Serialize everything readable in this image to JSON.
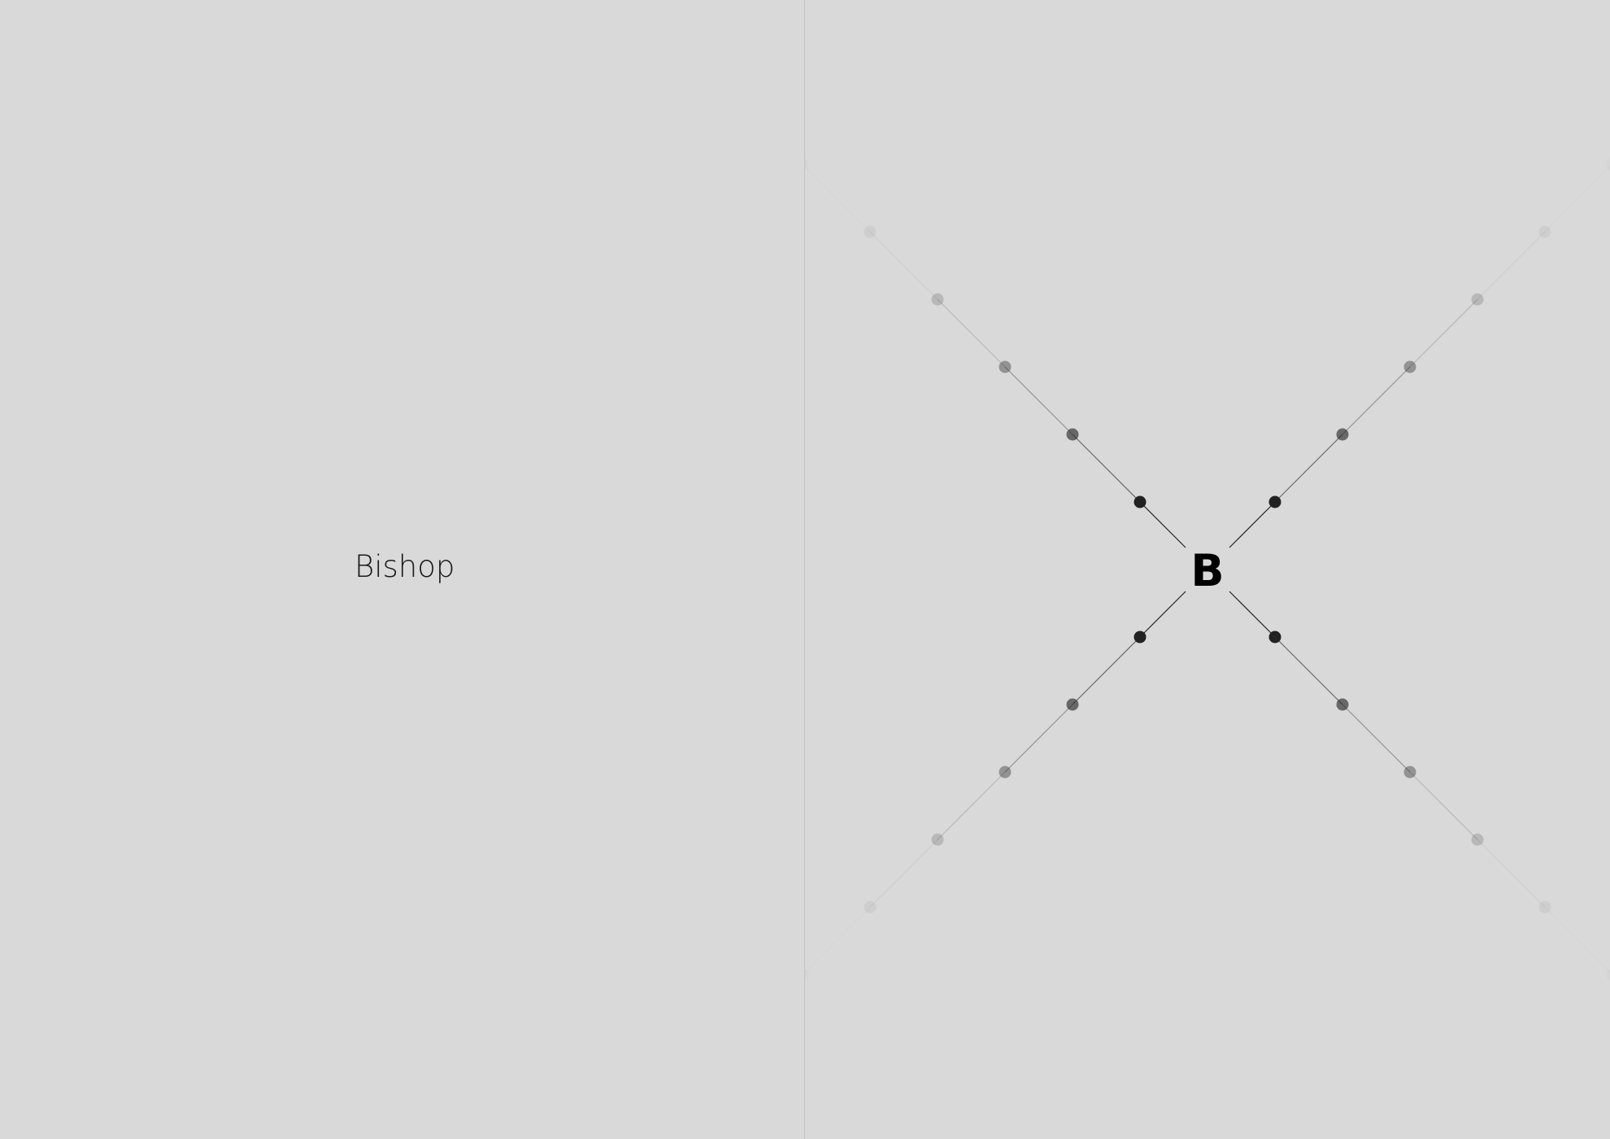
{
  "left_page": {
    "piece_name": "Bishop"
  },
  "right_page": {
    "center_glyph": "B",
    "steps_per_direction": 6,
    "step_opacities": [
      1.0,
      0.62,
      0.38,
      0.18,
      0.06,
      0.02
    ],
    "dot_color": "#222222",
    "line_color": "#222222",
    "background": "#d9d9d9"
  }
}
